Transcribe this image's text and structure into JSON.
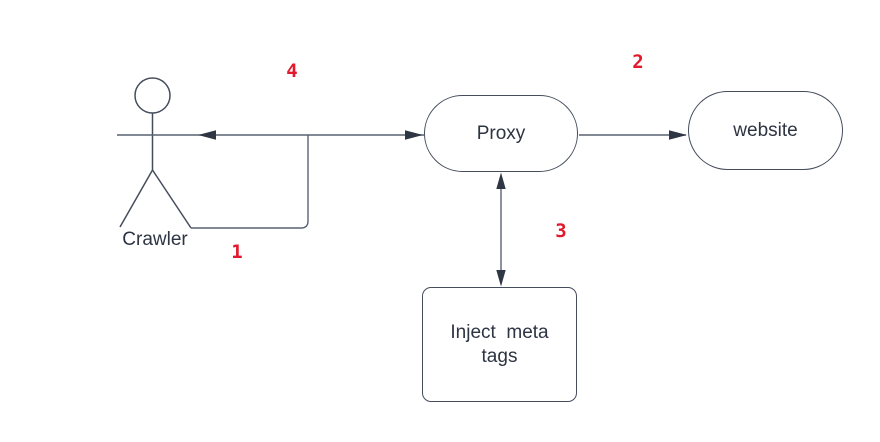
{
  "colors": {
    "background": "#ffffff",
    "line": "#5a6270",
    "shape_border": "#454d5c",
    "text": "#2d3442",
    "step_number": "#e2192c",
    "arrowhead": "#2f3744"
  },
  "actor": {
    "label": "Crawler"
  },
  "nodes": {
    "proxy": {
      "label": "Proxy"
    },
    "website": {
      "label": "website"
    },
    "inject": {
      "line1": "Inject  meta",
      "line2": "tags"
    }
  },
  "steps": {
    "one": "1",
    "two": "2",
    "three": "3",
    "four": "4"
  }
}
